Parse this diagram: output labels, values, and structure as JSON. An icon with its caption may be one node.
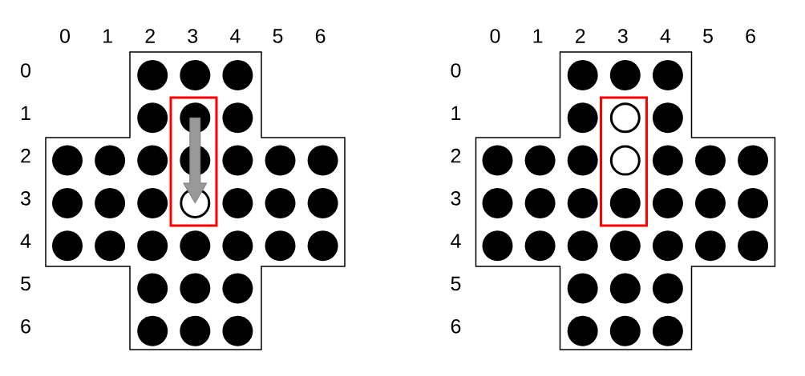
{
  "diagram": {
    "nodes": [
      {
        "text": [],
        "shape": "cross"
      },
      {
        "text": [],
        "shape": "box",
        "in": 0
      },
      {
        "text": [],
        "shape": "dot",
        "in": 0
      },
      {
        "text": [],
        "shape": "dot",
        "in": 0
      },
      {
        "text": [],
        "shape": "dot",
        "in": 0
      },
      {
        "text": [],
        "shape": "dot",
        "in": 0
      },
      {
        "text": [],
        "shape": "dot",
        "in": 1
      },
      {
        "text": [],
        "shape": "dot",
        "in": 0
      },
      {
        "text": [],
        "shape": "dot",
        "in": 0
      },
      {
        "text": [],
        "shape": "dot",
        "in": 0
      },
      {
        "text": [],
        "shape": "dot",
        "in": 0
      },
      {
        "text": [],
        "shape": "dot",
        "in": 1
      },
      {
        "text": [],
        "shape": "dot",
        "in": 0
      },
      {
        "text": [],
        "shape": "dot",
        "in": 0
      },
      {
        "text": [],
        "shape": "dot",
        "in": 0
      },
      {
        "text": [],
        "shape": "dot",
        "in": 0
      },
      {
        "text": [],
        "shape": "dot",
        "in": 0
      },
      {
        "text": [],
        "shape": "dot",
        "in": 0
      },
      {
        "text": [],
        "shape": "circle",
        "in": 1
      },
      {
        "text": [],
        "shape": "dot",
        "in": 0
      },
      {
        "text": [],
        "shape": "dot",
        "in": 0
      },
      {
        "text": [],
        "shape": "dot",
        "in": 0
      },
      {
        "text": [],
        "shape": "dot",
        "in": 0
      },
      {
        "text": [],
        "shape": "dot",
        "in": 0
      },
      {
        "text": [],
        "shape": "dot",
        "in": 0
      },
      {
        "text": [],
        "shape": "dot",
        "in": 0
      },
      {
        "text": [],
        "shape": "dot",
        "in": 0
      },
      {
        "text": [],
        "shape": "dot",
        "in": 0
      },
      {
        "text": [],
        "shape": "dot",
        "in": 0
      },
      {
        "text": [],
        "shape": "dot",
        "in": 0
      },
      {
        "text": [],
        "shape": "dot",
        "in": 0
      },
      {
        "text": [],
        "shape": "dot",
        "in": 0
      },
      {
        "text": [],
        "shape": "dot",
        "in": 0
      },
      {
        "text": [],
        "shape": "dot",
        "in": 0
      },
      {
        "text": [],
        "shape": "dot",
        "in": 0
      },
      {
        "text": [],
        "shape": "cross"
      },
      {
        "text": [],
        "shape": "box",
        "in": 35
      },
      {
        "text": [],
        "shape": "dot",
        "in": 35
      },
      {
        "text": [],
        "shape": "dot",
        "in": 35
      },
      {
        "text": [],
        "shape": "dot",
        "in": 35
      },
      {
        "text": [],
        "shape": "dot",
        "in": 35
      },
      {
        "text": [],
        "shape": "circle",
        "in": 36
      },
      {
        "text": [],
        "shape": "dot",
        "in": 35
      },
      {
        "text": [],
        "shape": "dot",
        "in": 35
      },
      {
        "text": [],
        "shape": "dot",
        "in": 35
      },
      {
        "text": [],
        "shape": "dot",
        "in": 35
      },
      {
        "text": [],
        "shape": "circle",
        "in": 36
      },
      {
        "text": [],
        "shape": "dot",
        "in": 35
      },
      {
        "text": [],
        "shape": "dot",
        "in": 35
      },
      {
        "text": [],
        "shape": "dot",
        "in": 35
      },
      {
        "text": [],
        "shape": "dot",
        "in": 35
      },
      {
        "text": [],
        "shape": "dot",
        "in": 35
      },
      {
        "text": [],
        "shape": "dot",
        "in": 35
      },
      {
        "text": [],
        "shape": "dot",
        "in": 36
      },
      {
        "text": [],
        "shape": "dot",
        "in": 35
      },
      {
        "text": [],
        "shape": "dot",
        "in": 35
      },
      {
        "text": [],
        "shape": "dot",
        "in": 35
      },
      {
        "text": [],
        "shape": "dot",
        "in": 35
      },
      {
        "text": [],
        "shape": "dot",
        "in": 35
      },
      {
        "text": [],
        "shape": "dot",
        "in": 35
      },
      {
        "text": [],
        "shape": "dot",
        "in": 35
      },
      {
        "text": [],
        "shape": "dot",
        "in": 35
      },
      {
        "text": [],
        "shape": "dot",
        "in": 35
      },
      {
        "text": [],
        "shape": "dot",
        "in": 35
      },
      {
        "text": [],
        "shape": "dot",
        "in": 35
      },
      {
        "text": [],
        "shape": "dot",
        "in": 35
      },
      {
        "text": [],
        "shape": "dot",
        "in": 35
      },
      {
        "text": [],
        "shape": "dot",
        "in": 35
      },
      {
        "text": [],
        "shape": "dot",
        "in": 35
      },
      {
        "text": [],
        "shape": "dot",
        "in": 35
      }
    ],
    "edges": [
      {
        "from": 6,
        "to": 18,
        "arrow": "to",
        "style": "thick",
        "color": "#999999"
      }
    ],
    "labels": [
      "0",
      "1",
      "2",
      "3",
      "4",
      "5",
      "6",
      "0",
      "1",
      "2",
      "3",
      "4",
      "5",
      "6",
      "0",
      "0",
      "1",
      "1",
      "2",
      "2",
      "3",
      "3",
      "4",
      "4",
      "5",
      "5",
      "6",
      "6"
    ]
  }
}
